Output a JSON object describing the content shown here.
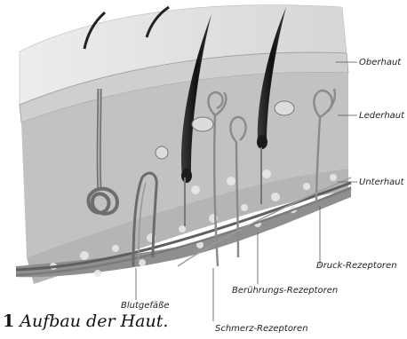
{
  "labels": {
    "oberhaut": "Oberhaut",
    "lederhaut": "Lederhaut",
    "unterhaut": "Unterhaut",
    "druck": "Druck-Rezeptoren",
    "beruehrung": "Berührungs-Rezeptoren",
    "schmerz": "Schmerz-Rezeptoren",
    "blut": "Blutgefäße"
  },
  "caption": {
    "number": "1",
    "text": "Aufbau der Haut."
  }
}
